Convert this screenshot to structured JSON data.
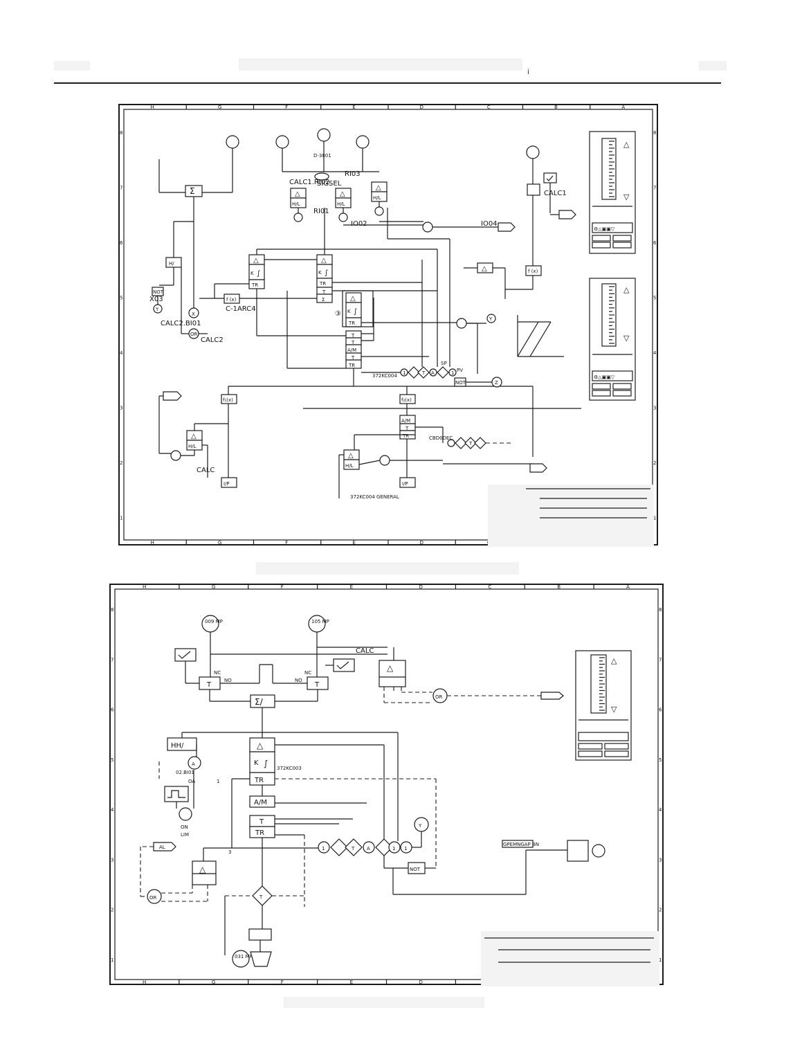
{
  "page": {
    "header_mark": "i"
  },
  "top_diagram": {
    "grid_cols": [
      "H",
      "G",
      "F",
      "E",
      "D",
      "C",
      "B",
      "A"
    ],
    "grid_rows": [
      "8",
      "7",
      "6",
      "5",
      "4",
      "3",
      "2",
      "1"
    ],
    "tags": {
      "calc1_ri02": "CALC1.RI02",
      "sigsel": "SIGSEL",
      "ri03": "RI03",
      "ri01": "RI01",
      "io02": "IO02",
      "io04": "IO04",
      "calc_right": "CALC1",
      "carc4": "C-1ARC4",
      "calc2_bi01": "CALC2.BI01",
      "calc2": "CALC2",
      "x03": "X03",
      "calc_bottom": "CALC",
      "pv": "PV",
      "sp": "SP",
      "dsgn1": "372KC004",
      "dsgn2": "372KC004 GENERAL",
      "dsgn3": "CBD0DEC",
      "d_3801": "D-3801"
    },
    "blocks": {
      "sum": "Σ",
      "delta": "△",
      "hl": "H/L",
      "k": "K",
      "integral": "∫",
      "tr": "TR",
      "t": "T",
      "am": "A/M",
      "fx": "f (x)",
      "f1x": "f₁(x)",
      "f2x": "f₂(x)",
      "not": "NOT",
      "ip": "I/P",
      "h": "H/",
      "or": "OR",
      "a": "A",
      "one": "1",
      "circled3": "③",
      "y": "Y",
      "z": "Z",
      "x_circle": "X"
    },
    "panel_glyphs": {
      "up": "△",
      "down": "▽",
      "icons": "⚙△▣▣▽"
    }
  },
  "bottom_diagram": {
    "grid_cols": [
      "H",
      "G",
      "F",
      "E",
      "D",
      "C",
      "B",
      "A"
    ],
    "grid_rows": [
      "8",
      "7",
      "6",
      "5",
      "4",
      "3",
      "2",
      "1"
    ],
    "tags": {
      "mp_left": "009 MP",
      "mp_right": "105 MP",
      "calc": "CALC",
      "nc1": "NC",
      "no1": "NO",
      "no2": "NO",
      "nc2": "NC",
      "hh": "HH/",
      "bi01": "02.BI01",
      "oa": "OA",
      "on": "ON",
      "lim": "LIM",
      "dsgn": "372KC003",
      "mp_bottom": "031 MP",
      "out": "GPEMNGAP BN",
      "al": "AL",
      "or": "OR"
    },
    "blocks": {
      "t": "T",
      "sum_slash": "Σ/",
      "delta": "△",
      "k": "K",
      "integral": "∫",
      "tr": "TR",
      "am": "A/M",
      "not": "NOT",
      "a": "A",
      "one": "1",
      "y": "Y",
      "num1": "1",
      "num3": "3"
    }
  }
}
